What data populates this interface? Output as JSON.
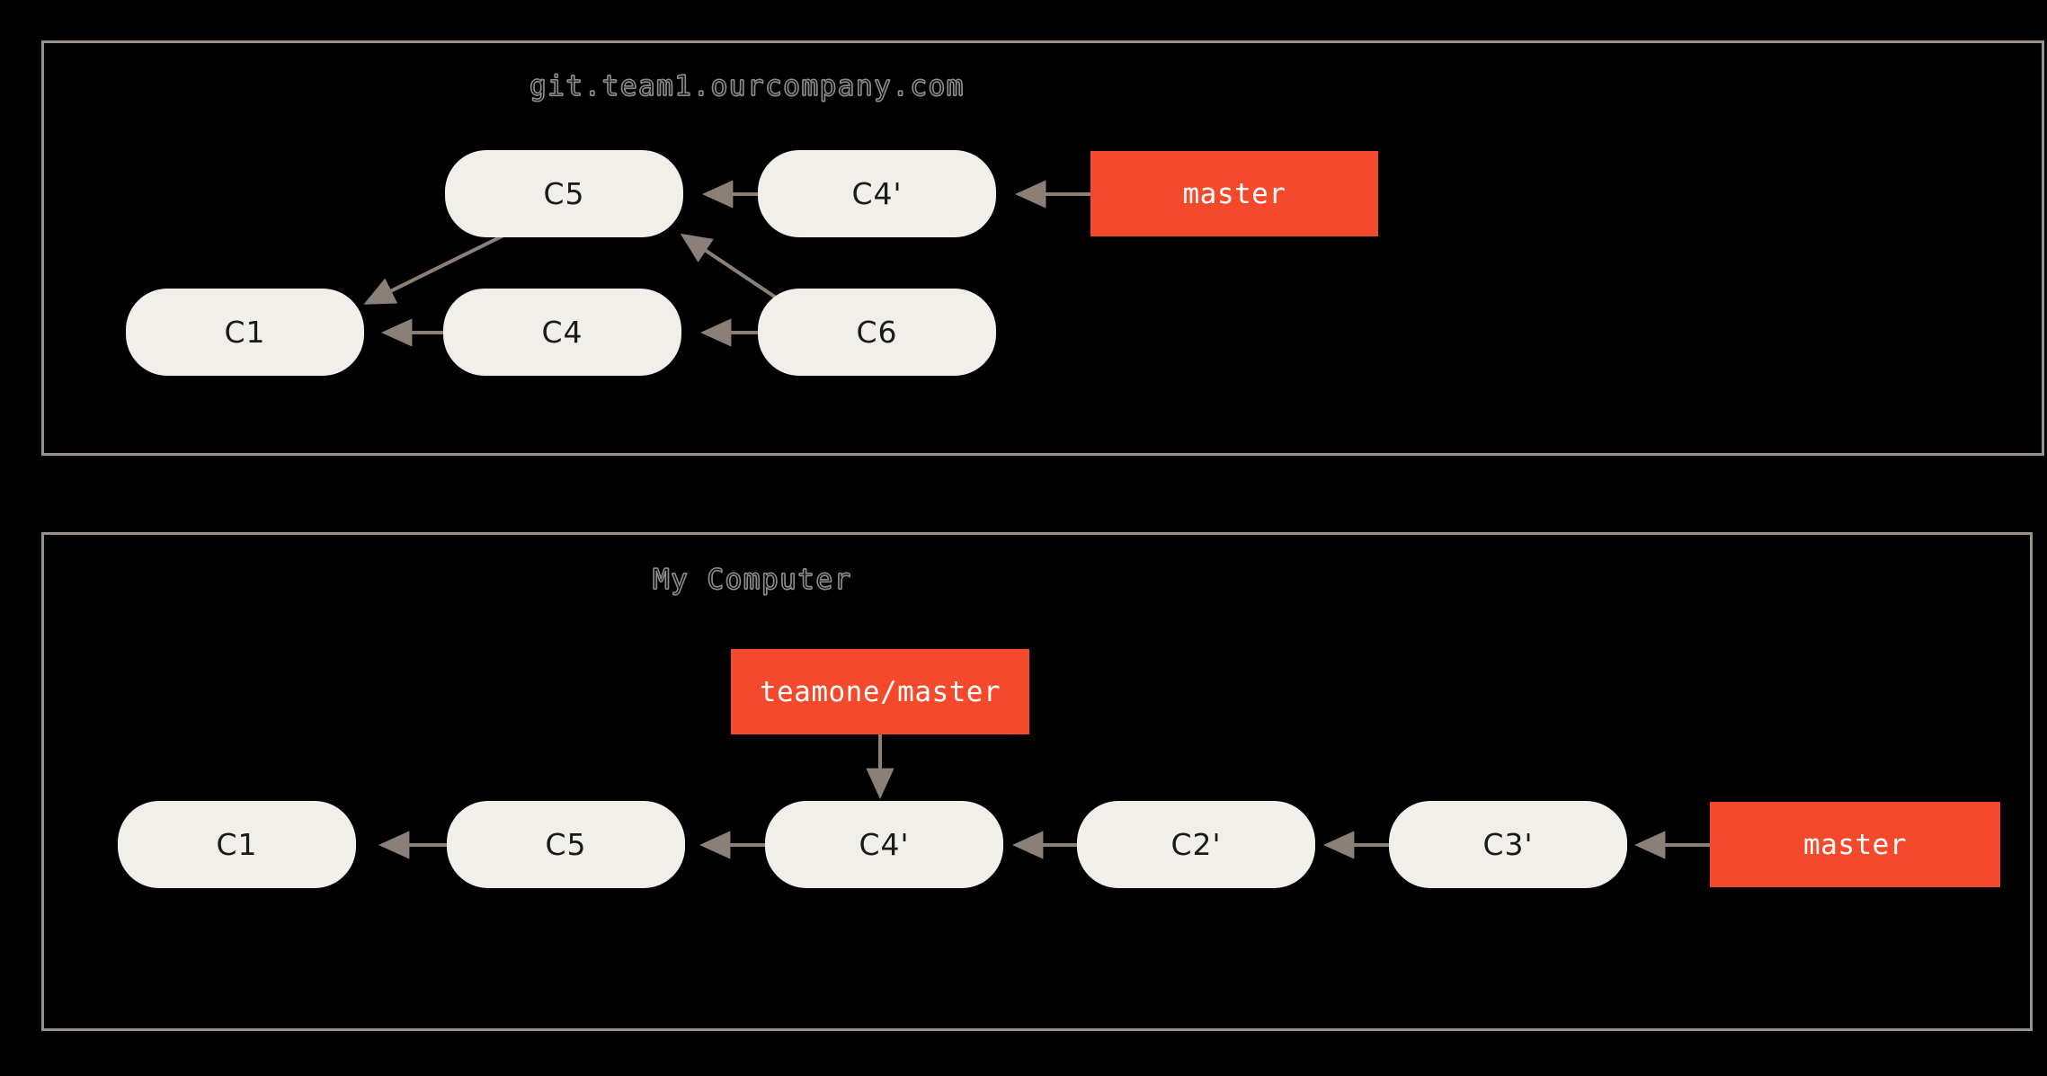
{
  "diagram": {
    "background_color": "#000000",
    "panel_border_color": "#9a938c",
    "commit_fill_color": "#f0efe9",
    "commit_text_color": "#1a1a1a",
    "ref_label_color": "#f4492a",
    "ref_label_text_color": "#ffffff",
    "arrow_color": "#8a8078"
  },
  "panels": [
    {
      "name": "remote-repository",
      "title": "git.team1.ourcompany.com",
      "commits": [
        {
          "id": "top-c5",
          "label": "C5"
        },
        {
          "id": "top-c4p",
          "label": "C4'"
        },
        {
          "id": "top-c1",
          "label": "C1"
        },
        {
          "id": "top-c4",
          "label": "C4"
        },
        {
          "id": "top-c6",
          "label": "C6"
        }
      ],
      "refs": [
        {
          "id": "top-master",
          "label": "master"
        }
      ],
      "edges": [
        {
          "from": "C4'",
          "to": "C5"
        },
        {
          "from": "C5",
          "to": "C1"
        },
        {
          "from": "C6",
          "to": "C5"
        },
        {
          "from": "C4",
          "to": "C1"
        },
        {
          "from": "C6",
          "to": "C4"
        },
        {
          "from": "master",
          "to": "C4'"
        }
      ]
    },
    {
      "name": "local-repository",
      "title": "My Computer",
      "commits": [
        {
          "id": "bot-c1",
          "label": "C1"
        },
        {
          "id": "bot-c5",
          "label": "C5"
        },
        {
          "id": "bot-c4p",
          "label": "C4'"
        },
        {
          "id": "bot-c2p",
          "label": "C2'"
        },
        {
          "id": "bot-c3p",
          "label": "C3'"
        }
      ],
      "refs": [
        {
          "id": "bot-teamone-master",
          "label": "teamone/master"
        },
        {
          "id": "bot-master",
          "label": "master"
        }
      ],
      "edges": [
        {
          "from": "C5",
          "to": "C1"
        },
        {
          "from": "C4'",
          "to": "C5"
        },
        {
          "from": "C2'",
          "to": "C4'"
        },
        {
          "from": "C3'",
          "to": "C2'"
        },
        {
          "from": "master",
          "to": "C3'"
        },
        {
          "from": "teamone/master",
          "to": "C4'"
        }
      ]
    }
  ]
}
